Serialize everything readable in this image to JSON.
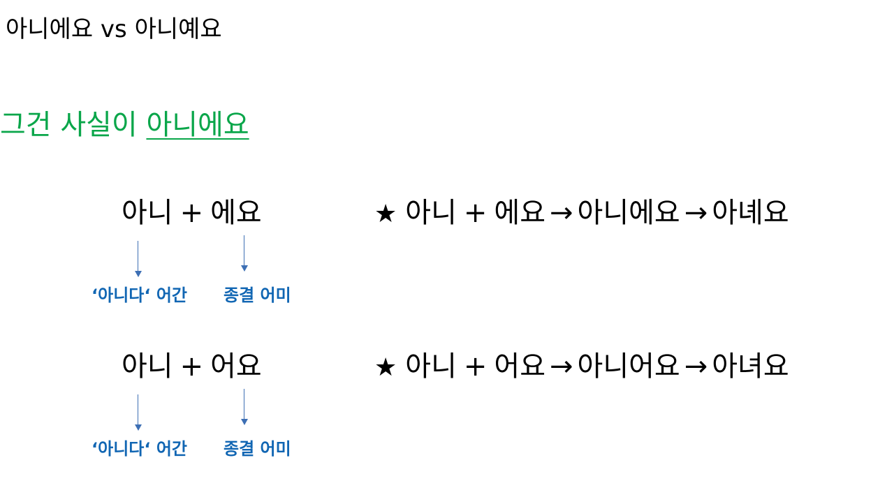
{
  "title": "아니에요 vs 아니예요",
  "example": {
    "prefix": "그건 사실이 ",
    "highlighted": "아니에요",
    "color": "#0aa64a"
  },
  "rows": [
    {
      "formula": {
        "stem": "아니",
        "plus": "+",
        "ending": "에요"
      },
      "labels": {
        "stem": "‘아니다‘ 어간",
        "ending": "종결 어미"
      },
      "derivation": {
        "star": "★",
        "stem": "아니",
        "plus": "+",
        "ending": "에요",
        "arrow1": "→",
        "combined": "아니에요",
        "arrow2": "→",
        "contracted": "아녜요"
      }
    },
    {
      "formula": {
        "stem": "아니",
        "plus": "+",
        "ending": "어요"
      },
      "labels": {
        "stem": "‘아니다‘ 어간",
        "ending": "종결 어미"
      },
      "derivation": {
        "star": "★",
        "stem": "아니",
        "plus": "+",
        "ending": "어요",
        "arrow1": "→",
        "combined": "아니어요",
        "arrow2": "→",
        "contracted": "아녀요"
      }
    }
  ],
  "colors": {
    "text": "#000000",
    "highlight_green": "#0aa64a",
    "label_blue": "#1166b3",
    "arrow_blue": "#3d6fb4"
  }
}
